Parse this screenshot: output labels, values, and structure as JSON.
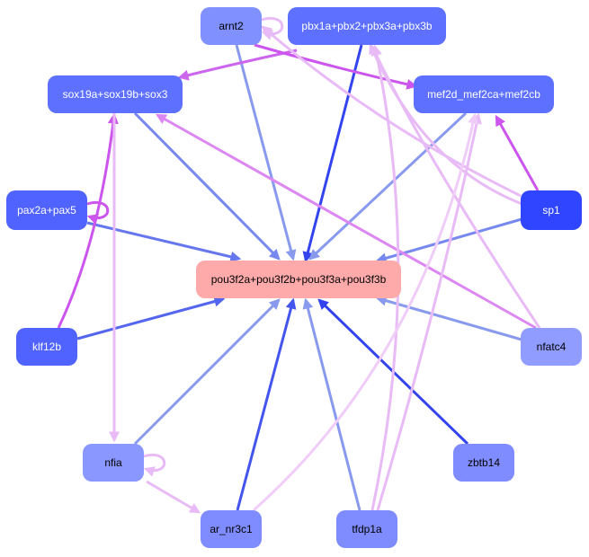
{
  "colors": {
    "background": "#ffffff",
    "target_node": "#ffaaaa",
    "blue_edge_strong": "#3344ee",
    "blue_edge_mid": "#6677ee",
    "blue_edge_light": "#8899ee",
    "purple_edge_strong": "#cc55ee",
    "purple_edge_light": "#e8bbf6"
  },
  "nodes": [
    {
      "id": "arnt2",
      "label": "arnt2",
      "fill": "#8090ff",
      "text_color": "#000000"
    },
    {
      "id": "pbx",
      "label": "pbx1a+pbx2+pbx3a+pbx3b",
      "fill": "#5d70ff",
      "text_color": "#ffffff"
    },
    {
      "id": "sox",
      "label": "sox19a+sox19b+sox3",
      "fill": "#5d70ff",
      "text_color": "#ffffff"
    },
    {
      "id": "mef",
      "label": "mef2d_mef2ca+mef2cb",
      "fill": "#5d70ff",
      "text_color": "#ffffff"
    },
    {
      "id": "pax",
      "label": "pax2a+pax5",
      "fill": "#5063ff",
      "text_color": "#ffffff"
    },
    {
      "id": "sp1",
      "label": "sp1",
      "fill": "#3045ff",
      "text_color": "#ffffff"
    },
    {
      "id": "pou",
      "label": "pou3f2a+pou3f2b+pou3f3a+pou3f3b",
      "fill": "#ffaaaa",
      "text_color": "#000000"
    },
    {
      "id": "klf",
      "label": "klf12b",
      "fill": "#5063ff",
      "text_color": "#ffffff"
    },
    {
      "id": "nfatc4",
      "label": "nfatc4",
      "fill": "#909cff",
      "text_color": "#000000"
    },
    {
      "id": "nfia",
      "label": "nfia",
      "fill": "#8a97ff",
      "text_color": "#000000"
    },
    {
      "id": "zbtb",
      "label": "zbtb14",
      "fill": "#7f8cff",
      "text_color": "#000000"
    },
    {
      "id": "ar",
      "label": "ar_nr3c1",
      "fill": "#7f8cff",
      "text_color": "#000000"
    },
    {
      "id": "tfdp",
      "label": "tfdp1a",
      "fill": "#7f8cff",
      "text_color": "#000000"
    }
  ],
  "edges": [
    {
      "from": "arnt2",
      "to": "pou",
      "color": "#8899ee"
    },
    {
      "from": "pbx",
      "to": "pou",
      "color": "#3344ee"
    },
    {
      "from": "sox",
      "to": "pou",
      "color": "#7788ee"
    },
    {
      "from": "mef",
      "to": "pou",
      "color": "#8899ee"
    },
    {
      "from": "pax",
      "to": "pou",
      "color": "#6677ee"
    },
    {
      "from": "sp1",
      "to": "pou",
      "color": "#7788ee"
    },
    {
      "from": "klf",
      "to": "pou",
      "color": "#5566ee"
    },
    {
      "from": "nfatc4",
      "to": "pou",
      "color": "#8899ee"
    },
    {
      "from": "nfia",
      "to": "pou",
      "color": "#8899ee"
    },
    {
      "from": "zbtb",
      "to": "pou",
      "color": "#3344ee"
    },
    {
      "from": "ar",
      "to": "pou",
      "color": "#4455ee"
    },
    {
      "from": "tfdp",
      "to": "pou",
      "color": "#8899ee"
    },
    {
      "from": "arnt2",
      "to": "arnt2",
      "color": "#e8bbf6"
    },
    {
      "from": "pax",
      "to": "pax",
      "color": "#cc55ee"
    },
    {
      "from": "nfia",
      "to": "nfia",
      "color": "#e8bbf6"
    },
    {
      "from": "pbx",
      "to": "sox",
      "color": "#cc66ee"
    },
    {
      "from": "arnt2",
      "to": "mef",
      "color": "#cc55ee"
    },
    {
      "from": "sp1",
      "to": "mef",
      "color": "#cc55ee"
    },
    {
      "from": "klf",
      "to": "sox",
      "color": "#cc55ee"
    },
    {
      "from": "nfatc4",
      "to": "sox",
      "color": "#dd88f2"
    },
    {
      "from": "sox",
      "to": "nfia",
      "color": "#e8bbf6"
    },
    {
      "from": "nfia",
      "to": "ar",
      "color": "#e8bbf6"
    },
    {
      "from": "sp1",
      "to": "arnt2",
      "color": "#e8bbf6"
    },
    {
      "from": "sp1",
      "to": "pbx",
      "color": "#e8bbf6"
    },
    {
      "from": "nfatc4",
      "to": "pbx",
      "color": "#e8bbf6"
    },
    {
      "from": "tfdp",
      "to": "pbx",
      "color": "#e8bbf6"
    },
    {
      "from": "tfdp",
      "to": "mef",
      "color": "#e8bbf6"
    },
    {
      "from": "ar",
      "to": "mef",
      "color": "#f0cdf8"
    }
  ]
}
